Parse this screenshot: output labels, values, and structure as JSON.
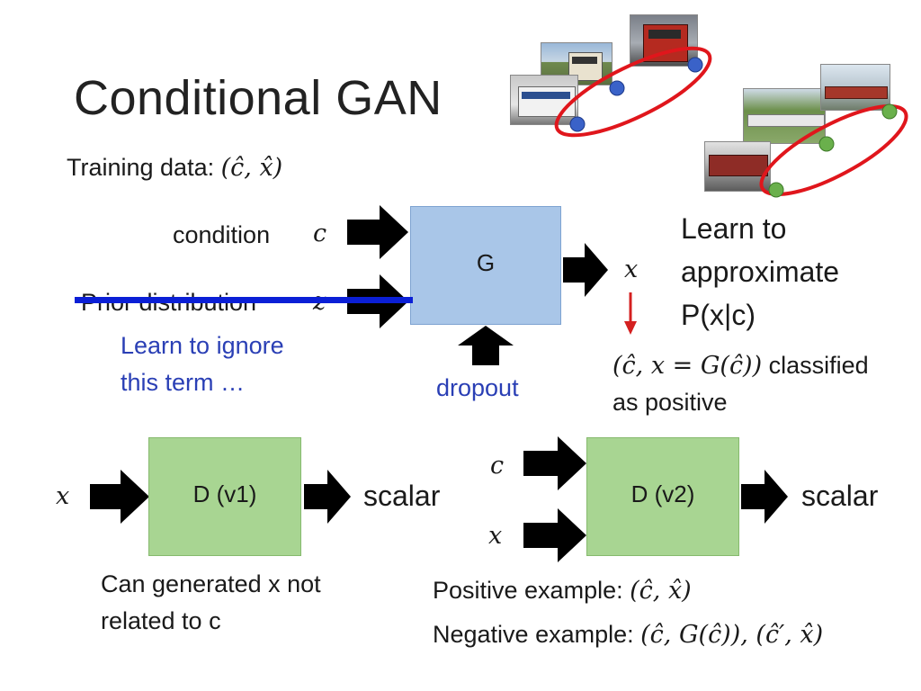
{
  "title": "Conditional GAN",
  "training": {
    "label": "Training data:",
    "formula": "(ĉ, x̂)"
  },
  "generator": {
    "box_label": "G",
    "condition_label": "condition",
    "condition_symbol": "c",
    "prior_label": "Prior distribution",
    "prior_symbol": "z",
    "ignore_note_line1": "Learn to ignore",
    "ignore_note_line2": "this term …",
    "dropout_label": "dropout",
    "output_symbol": "x",
    "learn_line1": "Learn to",
    "learn_line2": "approximate",
    "learn_line3": "P(x|c)",
    "classified_formula": "(ĉ, x = G(ĉ))",
    "classified_text": "classified",
    "classified_line2": "as positive"
  },
  "d_v1": {
    "box_label": "D (v1)",
    "input_symbol": "x",
    "output_label": "scalar",
    "note_line1": "Can generated x not",
    "note_line2": "related to c"
  },
  "d_v2": {
    "box_label": "D (v2)",
    "input_c_symbol": "c",
    "input_x_symbol": "x",
    "output_label": "scalar",
    "positive_label": "Positive example:",
    "positive_formula": "(ĉ, x̂)",
    "negative_label": "Negative example:",
    "negative_formula": "(ĉ, G(ĉ)), (ĉ′, x̂)"
  },
  "colors": {
    "generator_box": "#a9c6e8",
    "discriminator_box": "#a8d592",
    "strike_line": "#0b1fd6",
    "note_text": "#2a3fb5",
    "red_arrow": "#d42020",
    "ellipse": "#e0161c",
    "point_blue": "#3a62c8",
    "point_green": "#6ab04c"
  }
}
